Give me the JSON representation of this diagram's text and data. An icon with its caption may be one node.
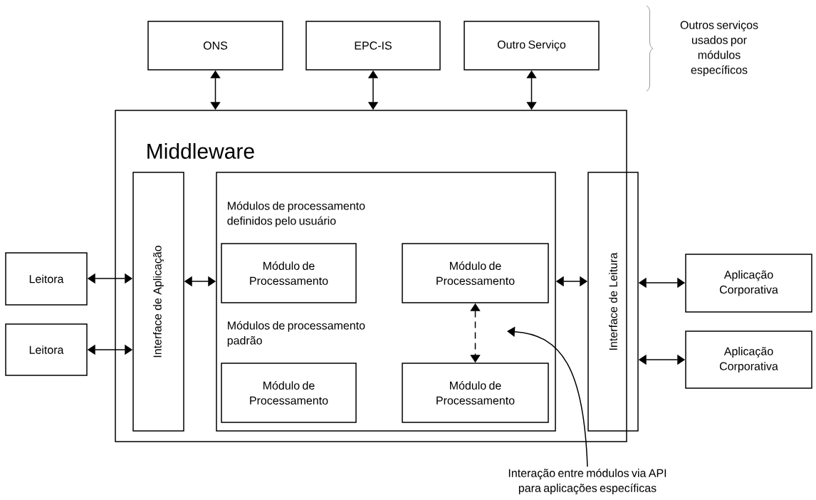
{
  "diagram": {
    "nodes": [
      {
        "text": [
          "ONS"
        ]
      },
      {
        "text": [
          "EPC-IS"
        ]
      },
      {
        "text": [
          "Outro Serviço"
        ]
      },
      {
        "text": [
          "Middleware"
        ]
      },
      {
        "text": [
          "Interface de Aplicação"
        ],
        "in": 3
      },
      {
        "text": [
          "Módulos de processamento definidos pelo usuário",
          "Módulos de processamento padrão"
        ],
        "in": 3
      },
      {
        "text": [
          "Módulo de Processamento"
        ],
        "in": 5
      },
      {
        "text": [
          "Módulo de Processamento"
        ],
        "in": 5
      },
      {
        "text": [
          "Módulo de Processamento"
        ],
        "in": 5
      },
      {
        "text": [
          "Módulo de Processamento"
        ],
        "in": 5
      },
      {
        "text": [
          "Interface de Leitura"
        ]
      },
      {
        "text": [
          "Leitora"
        ]
      },
      {
        "text": [
          "Leitora"
        ]
      },
      {
        "text": [
          "Aplicação Corporativa"
        ]
      },
      {
        "text": [
          "Aplicação Corporativa"
        ]
      },
      {
        "text": [
          "Interação entre módulos via API para aplicações específicas"
        ]
      }
    ],
    "edges": [
      {
        "from": 0,
        "to": 3,
        "arrow": "both"
      },
      {
        "from": 1,
        "to": 3,
        "arrow": "both"
      },
      {
        "from": 2,
        "to": 3,
        "arrow": "both"
      },
      {
        "from": 11,
        "to": 4,
        "arrow": "both"
      },
      {
        "from": 12,
        "to": 4,
        "arrow": "both"
      },
      {
        "from": 4,
        "to": 5,
        "arrow": "both"
      },
      {
        "from": 5,
        "to": 10,
        "arrow": "both"
      },
      {
        "from": 10,
        "to": 13,
        "arrow": "both"
      },
      {
        "from": 10,
        "to": 14,
        "arrow": "both"
      },
      {
        "from": 7,
        "to": 9,
        "arrow": "both",
        "style": "dashed"
      },
      {
        "from": 15,
        "to": null,
        "arrow": "to"
      }
    ],
    "labels": [
      "Outros serviços usados por módulos específicos"
    ]
  }
}
